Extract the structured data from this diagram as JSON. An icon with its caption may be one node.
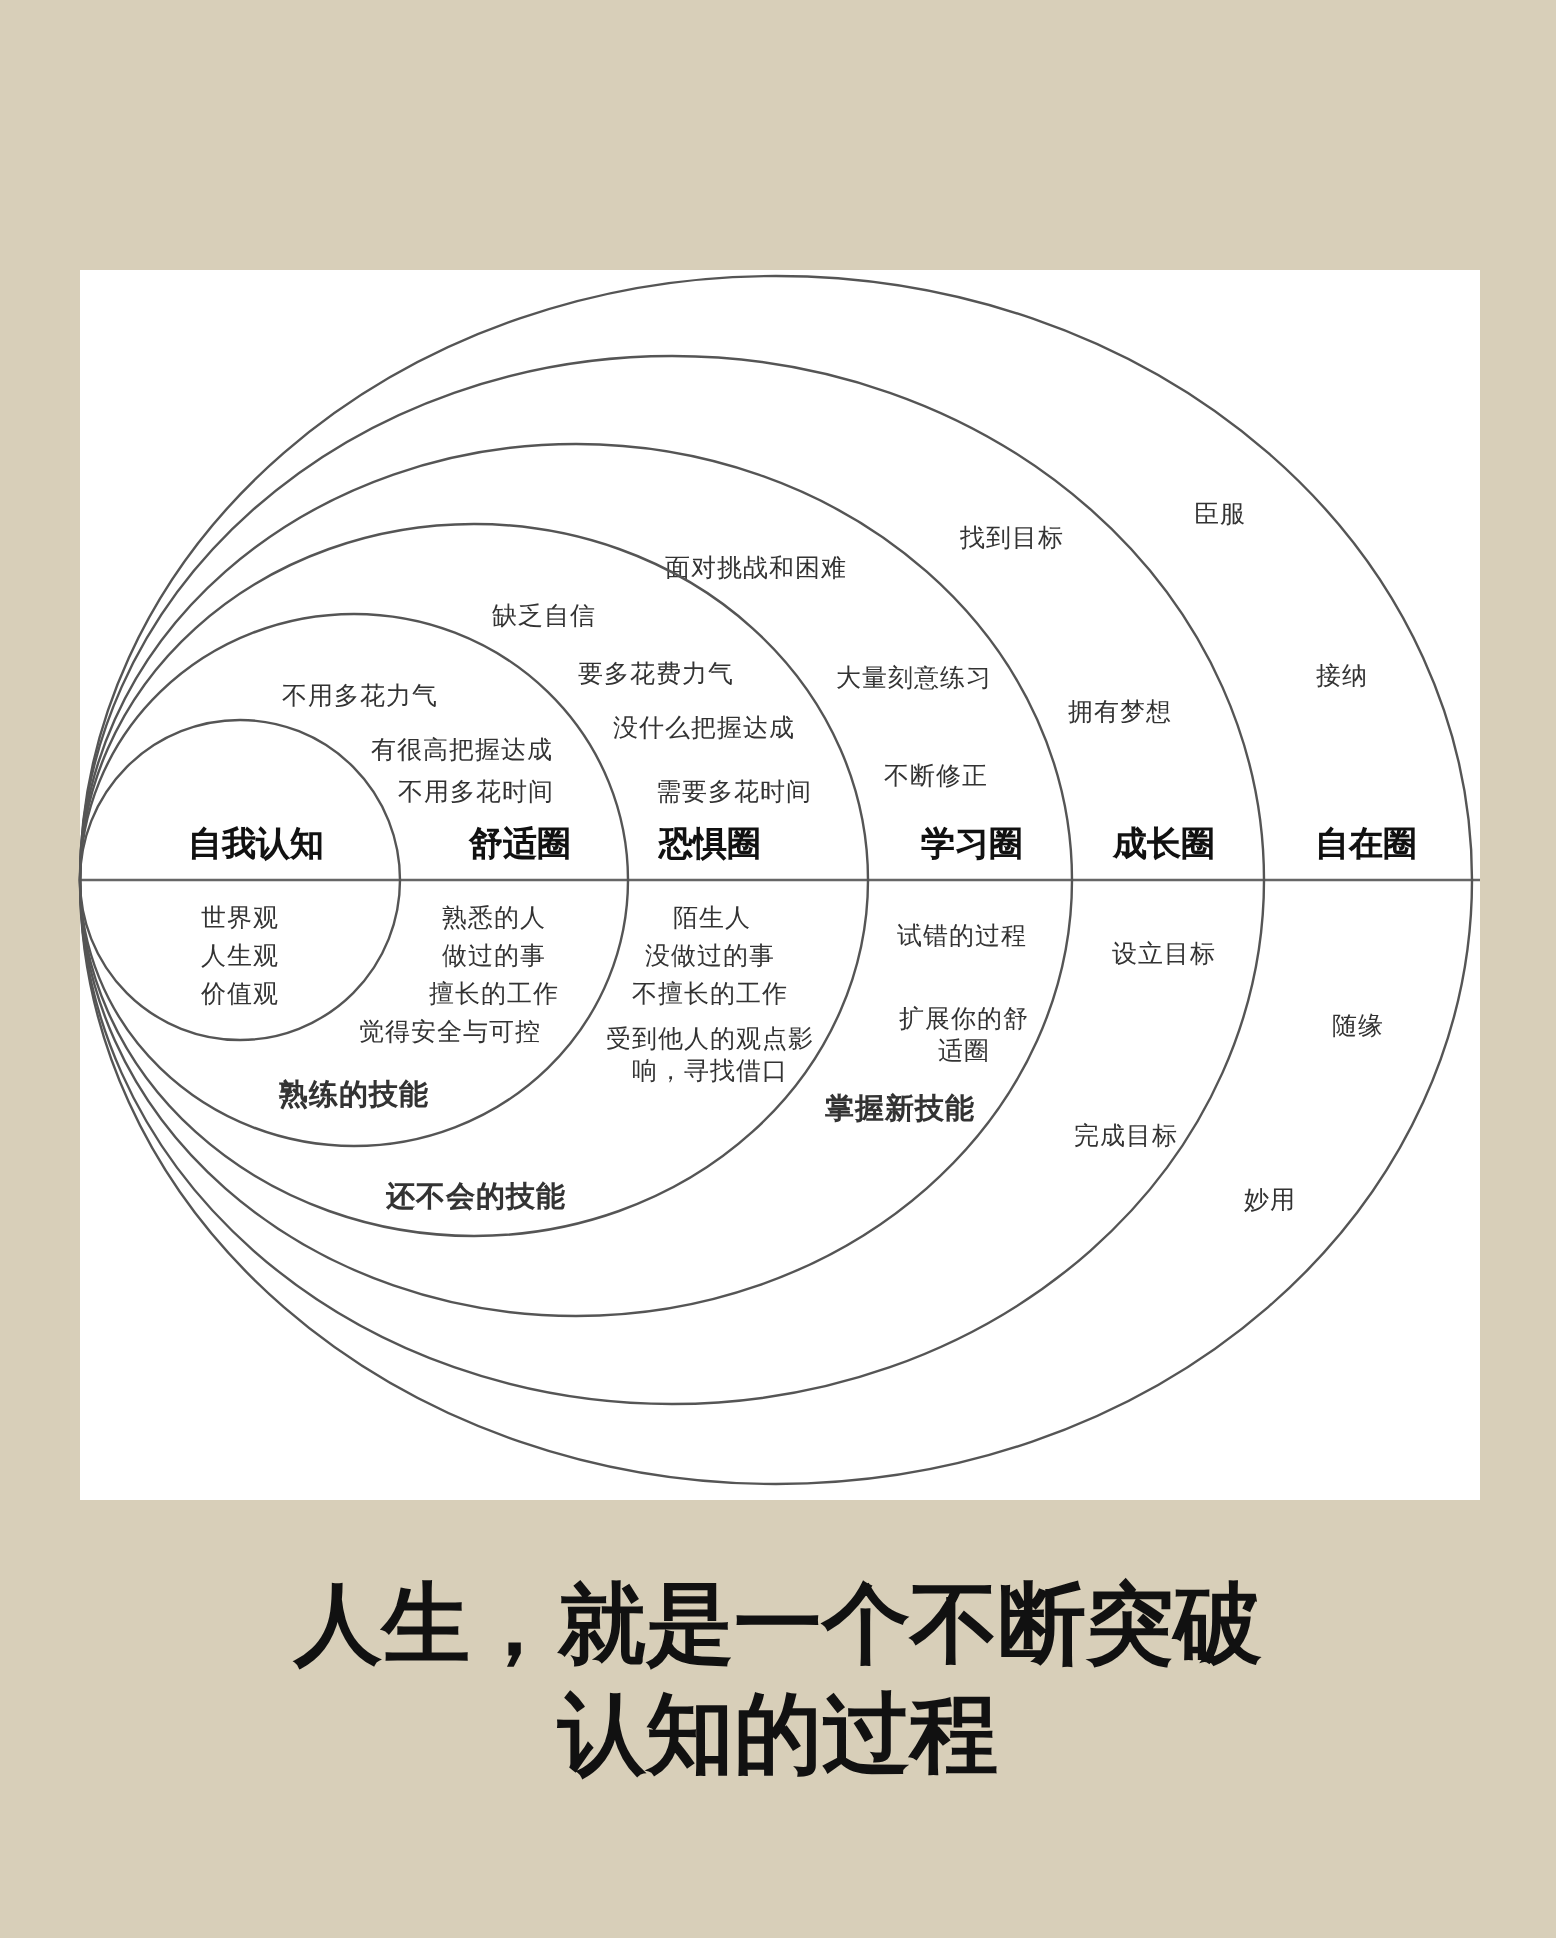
{
  "diagram": {
    "caption": "人生，就是一个不断突破认知的过程",
    "nodes": [
      {
        "text": [
          "自在圈",
          "臣服",
          "接纳",
          "随缘",
          "妙用"
        ]
      },
      {
        "text": [
          "成长圈",
          "找到目标",
          "拥有梦想",
          "设立目标",
          "完成目标"
        ],
        "in": 0
      },
      {
        "text": [
          "学习圈",
          "面对挑战和困难",
          "大量刻意练习",
          "不断修正",
          "试错的过程",
          "扩展你的舒适圈",
          "掌握新技能"
        ],
        "in": 1
      },
      {
        "text": [
          "恐惧圈",
          "缺乏自信",
          "要多花费力气",
          "没什么把握达成",
          "需要多花时间",
          "陌生人",
          "没做过的事",
          "不擅长的工作",
          "受到他人的观点影响，寻找借口",
          "还不会的技能"
        ],
        "in": 2
      },
      {
        "text": [
          "舒适圈",
          "不用多花力气",
          "有很高把握达成",
          "不用多花时间",
          "熟悉的人",
          "做过的事",
          "擅长的工作",
          "觉得安全与可控",
          "熟练的技能"
        ],
        "in": 3
      },
      {
        "text": [
          "自我认知",
          "世界观",
          "人生观",
          "价值观"
        ],
        "in": 4
      }
    ]
  }
}
